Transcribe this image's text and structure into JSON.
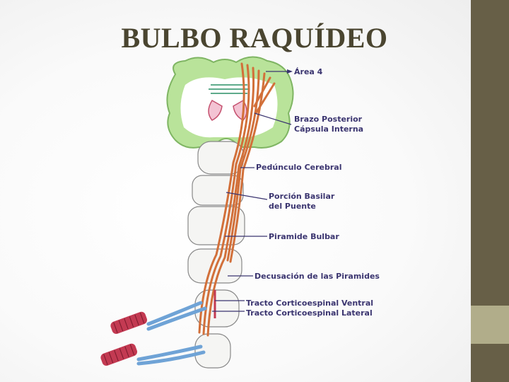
{
  "slide": {
    "title": "BULBO RAQUÍDEO",
    "colors": {
      "sidebar": "#675f47",
      "sidebar_accent": "#b1ad8a",
      "title": "#4a4530",
      "label": "#3b3570",
      "tract": "#d2703a",
      "cortex": "#b9e39a",
      "nerve": "#6fa3d6",
      "muscle": "#c33a52"
    }
  },
  "diagram": {
    "labels": {
      "area4": "Área 4",
      "capsule_line1": "Brazo Posterior",
      "capsule_line2": "Cápsula Interna",
      "peduncle": "Pedúnculo Cerebral",
      "pons_line1": "Porción Basilar",
      "pons_line2": "del Puente",
      "pyramid": "Piramide Bulbar",
      "decussation": "Decusación de las Piramides",
      "ventral_tract": "Tracto Corticoespinal Ventral",
      "lateral_tract": "Tracto Corticoespinal Lateral"
    }
  }
}
